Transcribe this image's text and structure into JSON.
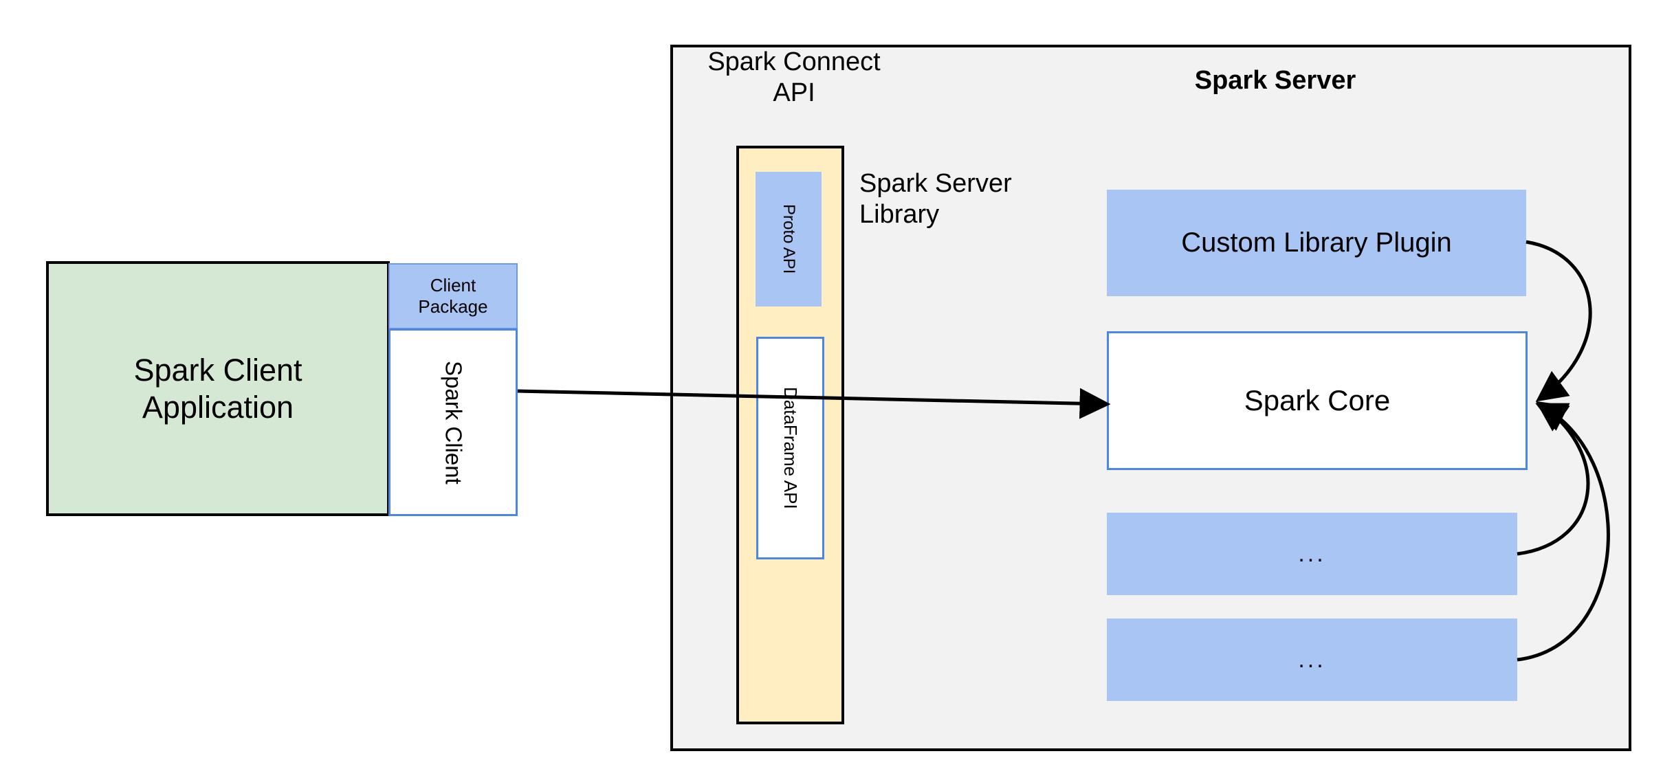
{
  "diagram": {
    "title": "Spark Connect architecture",
    "colors": {
      "client_app_fill": "#d5e8d4",
      "blue_fill": "#a9c5f3",
      "blue_border": "#4a86e8",
      "yellow_fill": "#ffeec2",
      "server_fill": "#f2f2f2",
      "stroke": "#000000"
    }
  },
  "client": {
    "application_label": "Spark Client\nApplication",
    "package_label": "Client\nPackage",
    "client_label": "Spark Client"
  },
  "server": {
    "title": "Spark Server",
    "connect_api_label": "Spark Connect\nAPI",
    "server_library_label": "Spark Server\nLibrary",
    "connect_api": {
      "proto_api_label": "Proto API",
      "dataframe_api_label": "DataFrame API"
    },
    "components": [
      {
        "label": "Custom Library Plugin"
      },
      {
        "label": "Spark Core"
      },
      {
        "label": "..."
      },
      {
        "label": "..."
      }
    ]
  },
  "connectors": {
    "client_to_core": "Spark Client to Spark Core",
    "plugin_to_core": "Custom Library Plugin to Spark Core",
    "more1_to_core": "Component to Spark Core",
    "more2_to_core": "Component to Spark Core"
  }
}
